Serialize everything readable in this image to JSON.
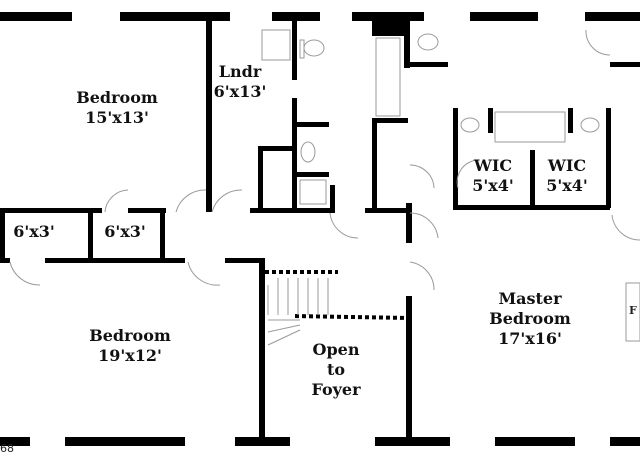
{
  "plan": {
    "rooms": [
      {
        "id": "bedroom-1",
        "name": "Bedroom",
        "size": "15'x13'"
      },
      {
        "id": "laundry",
        "name": "Lndr",
        "size": "6'x13'"
      },
      {
        "id": "closet-1",
        "size": "6'x3'"
      },
      {
        "id": "closet-2",
        "size": "6'x3'"
      },
      {
        "id": "wic-1",
        "name": "WIC",
        "size": "5'x4'"
      },
      {
        "id": "wic-2",
        "name": "WIC",
        "size": "5'x4'"
      },
      {
        "id": "bedroom-2",
        "name": "Bedroom",
        "size": "19'x12'"
      },
      {
        "id": "open-foyer",
        "name_lines": [
          "Open",
          "to",
          "Foyer"
        ]
      },
      {
        "id": "master-bedroom",
        "name_lines": [
          "Master",
          "Bedroom"
        ],
        "size": "17'x16'"
      }
    ],
    "edge_text_left": "68",
    "edge_text_right": "F"
  },
  "colors": {
    "wall": "#000000",
    "fixture": "#9a9a9a",
    "background": "#ffffff"
  }
}
